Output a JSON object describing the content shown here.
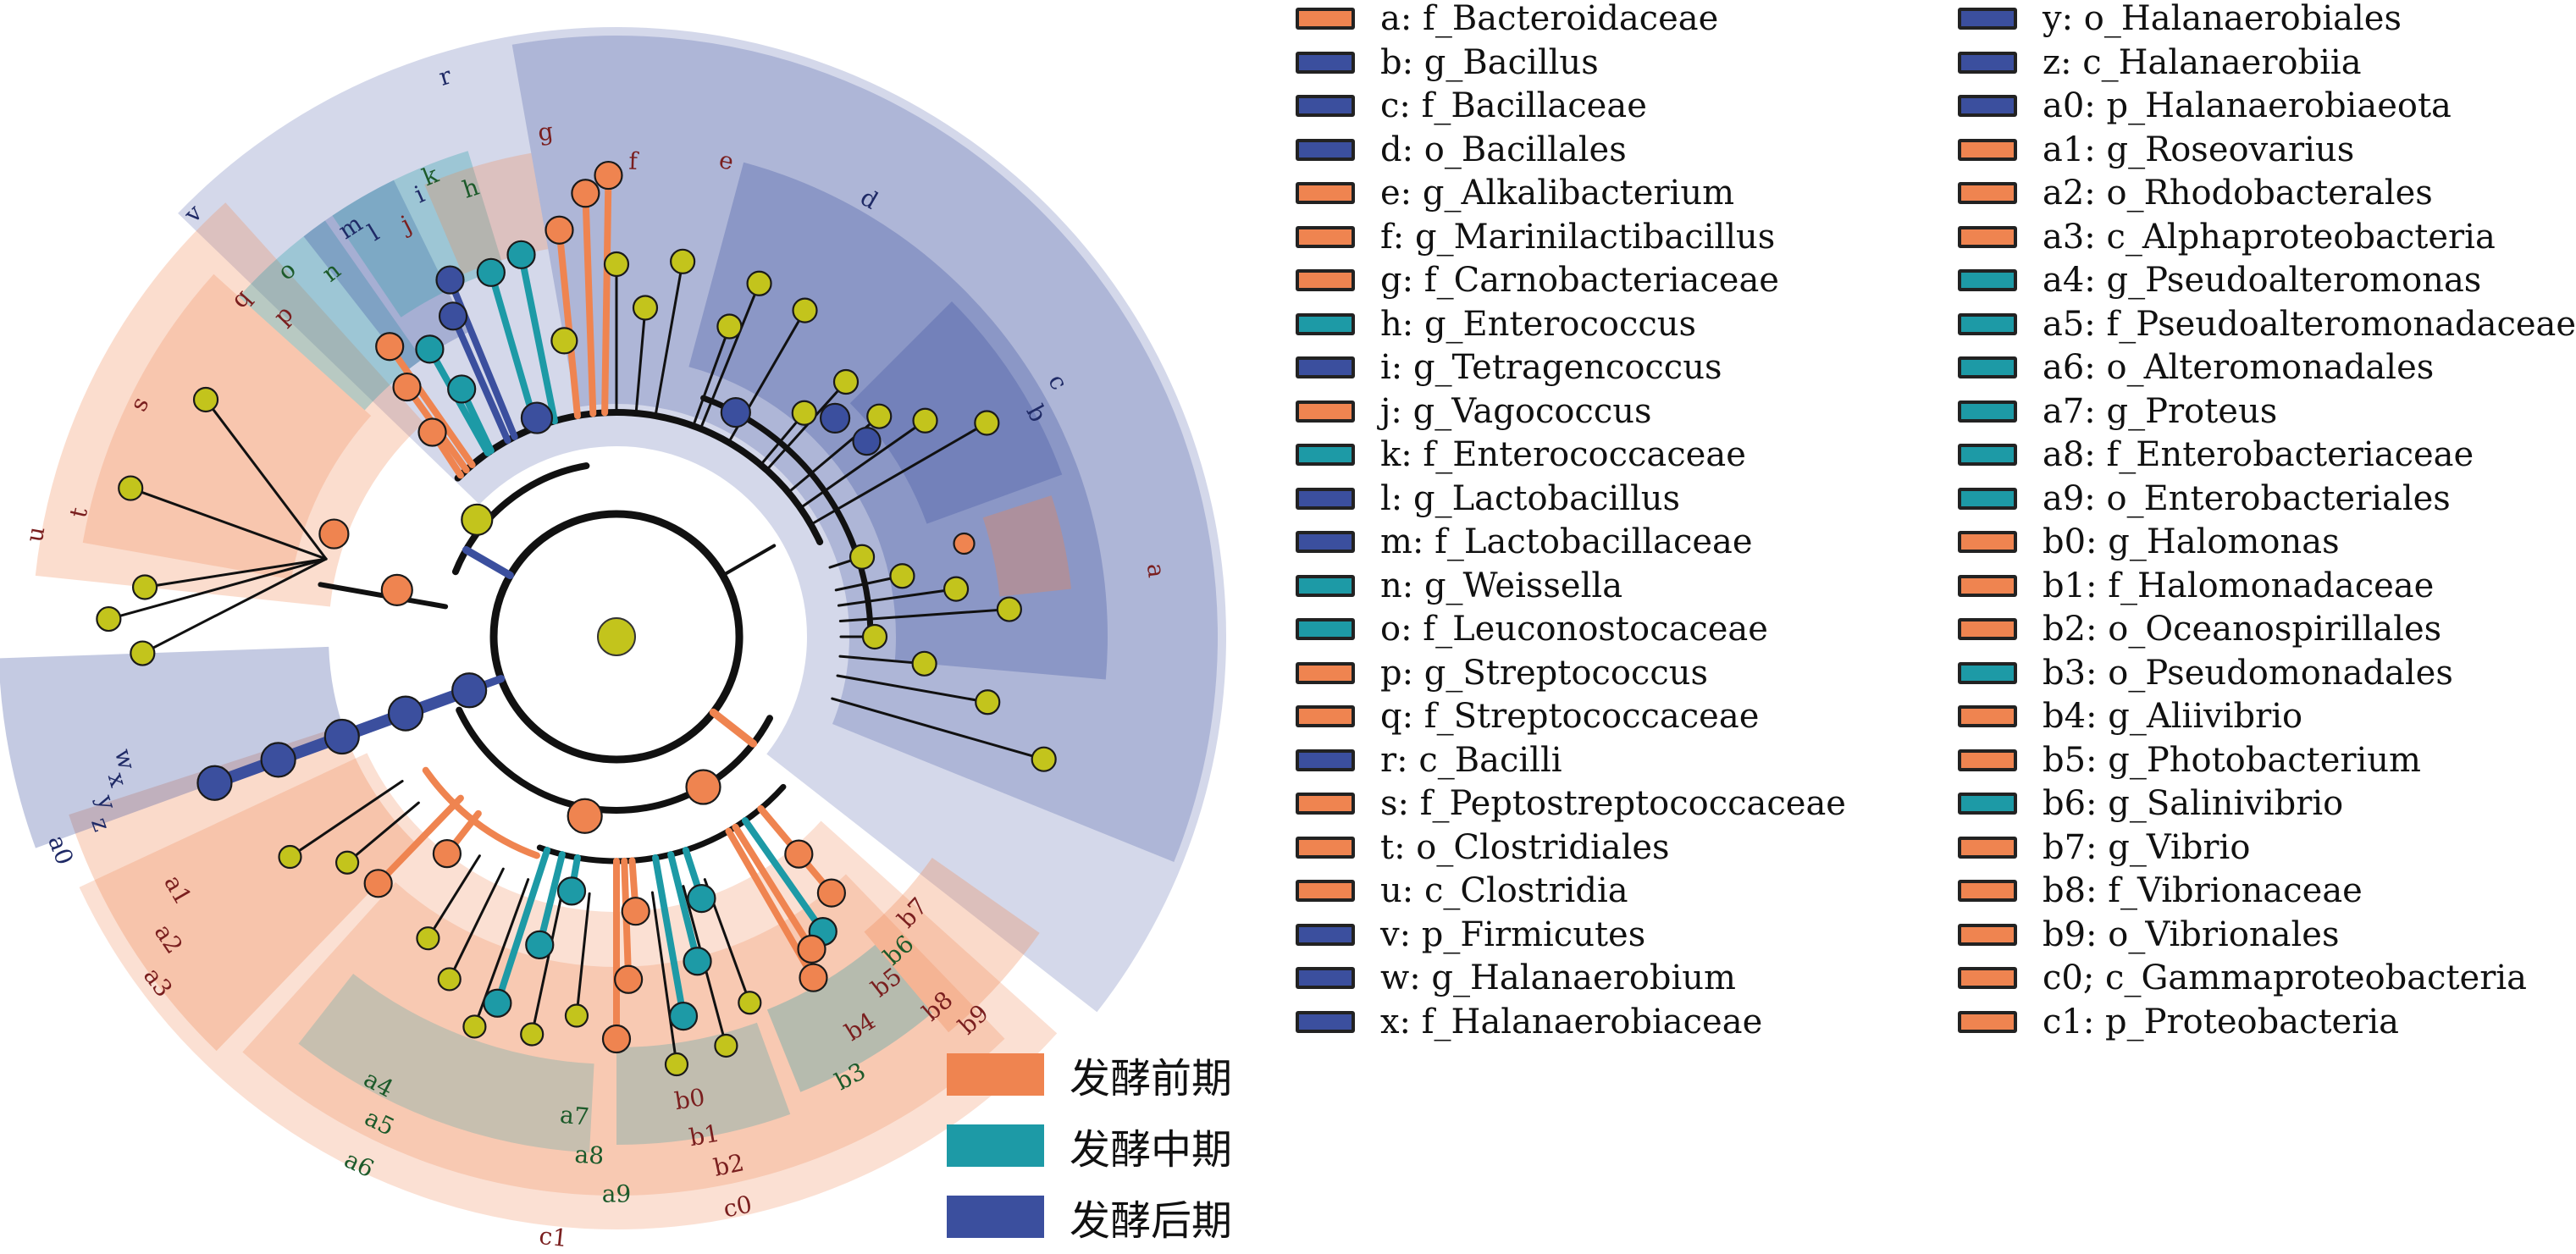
{
  "colors": {
    "early": "#ef8450",
    "mid": "#1d9aa6",
    "late": "#3b4f9e",
    "none": "#c3c41c",
    "label_early": "#7a1f1f",
    "label_late": "#1f2a66",
    "label_mid": "#1c5a2a"
  },
  "phase_legend": [
    {
      "label": "发酵前期",
      "color": "#ef8450"
    },
    {
      "label": "发酵中期",
      "color": "#1d9aa6"
    },
    {
      "label": "发酵后期",
      "color": "#3b4f9e"
    }
  ],
  "taxa_legend": [
    {
      "code": "a",
      "text": "a: f_Bacteroidaceae",
      "group": "early"
    },
    {
      "code": "b",
      "text": "b: g_Bacillus",
      "group": "late"
    },
    {
      "code": "c",
      "text": "c: f_Bacillaceae",
      "group": "late"
    },
    {
      "code": "d",
      "text": "d: o_Bacillales",
      "group": "late"
    },
    {
      "code": "e",
      "text": "e: g_Alkalibacterium",
      "group": "early"
    },
    {
      "code": "f",
      "text": "f: g_Marinilactibacillus",
      "group": "early"
    },
    {
      "code": "g",
      "text": "g: f_Carnobacteriaceae",
      "group": "early"
    },
    {
      "code": "h",
      "text": "h: g_Enterococcus",
      "group": "mid"
    },
    {
      "code": "i",
      "text": "i: g_Tetragencoccus",
      "group": "late"
    },
    {
      "code": "j",
      "text": "j: g_Vagococcus",
      "group": "early"
    },
    {
      "code": "k",
      "text": "k: f_Enterococcaceae",
      "group": "mid"
    },
    {
      "code": "l",
      "text": "l: g_Lactobacillus",
      "group": "late"
    },
    {
      "code": "m",
      "text": "m: f_Lactobacillaceae",
      "group": "late"
    },
    {
      "code": "n",
      "text": "n: g_Weissella",
      "group": "mid"
    },
    {
      "code": "o",
      "text": "o: f_Leuconostocaceae",
      "group": "mid"
    },
    {
      "code": "p",
      "text": "p: g_Streptococcus",
      "group": "early"
    },
    {
      "code": "q",
      "text": "q: f_Streptococcaceae",
      "group": "early"
    },
    {
      "code": "r",
      "text": "r: c_Bacilli",
      "group": "late"
    },
    {
      "code": "s",
      "text": "s: f_Peptostreptococcaceae",
      "group": "early"
    },
    {
      "code": "t",
      "text": "t: o_Clostridiales",
      "group": "early"
    },
    {
      "code": "u",
      "text": "u: c_Clostridia",
      "group": "early"
    },
    {
      "code": "v",
      "text": "v: p_Firmicutes",
      "group": "late"
    },
    {
      "code": "w",
      "text": "w: g_Halanaerobium",
      "group": "late"
    },
    {
      "code": "x",
      "text": "x: f_Halanaerobiaceae",
      "group": "late"
    },
    {
      "code": "y",
      "text": "y: o_Halanaerobiales",
      "group": "late"
    },
    {
      "code": "z",
      "text": "z: c_Halanaerobiia",
      "group": "late"
    },
    {
      "code": "a0",
      "text": "a0: p_Halanaerobiaeota",
      "group": "late"
    },
    {
      "code": "a1",
      "text": "a1: g_Roseovarius",
      "group": "early"
    },
    {
      "code": "a2",
      "text": "a2: o_Rhodobacterales",
      "group": "early"
    },
    {
      "code": "a3",
      "text": "a3: c_Alphaproteobacteria",
      "group": "early"
    },
    {
      "code": "a4",
      "text": "a4: g_Pseudoalteromonas",
      "group": "mid"
    },
    {
      "code": "a5",
      "text": "a5: f_Pseudoalteromonadaceae",
      "group": "mid"
    },
    {
      "code": "a6",
      "text": "a6: o_Alteromonadales",
      "group": "mid"
    },
    {
      "code": "a7",
      "text": "a7: g_Proteus",
      "group": "mid"
    },
    {
      "code": "a8",
      "text": "a8: f_Enterobacteriaceae",
      "group": "mid"
    },
    {
      "code": "a9",
      "text": "a9: o_Enterobacteriales",
      "group": "mid"
    },
    {
      "code": "b0",
      "text": "b0: g_Halomonas",
      "group": "early"
    },
    {
      "code": "b1",
      "text": "b1: f_Halomonadaceae",
      "group": "early"
    },
    {
      "code": "b2",
      "text": "b2: o_Oceanospirillales",
      "group": "early"
    },
    {
      "code": "b3",
      "text": "b3: o_Pseudomonadales",
      "group": "mid"
    },
    {
      "code": "b4",
      "text": "b4: g_Aliivibrio",
      "group": "early"
    },
    {
      "code": "b5",
      "text": "b5: g_Photobacterium",
      "group": "early"
    },
    {
      "code": "b6",
      "text": "b6: g_Salinivibrio",
      "group": "mid"
    },
    {
      "code": "b7",
      "text": "b7: g_Vibrio",
      "group": "early"
    },
    {
      "code": "b8",
      "text": "b8: f_Vibrionaceae",
      "group": "early"
    },
    {
      "code": "b9",
      "text": "b9: o_Vibrionales",
      "group": "early"
    },
    {
      "code": "c0",
      "text": "c0; c_Gammaproteobacteria",
      "group": "early"
    },
    {
      "code": "c1",
      "text": "c1: p_Proteobacteria",
      "group": "early"
    }
  ],
  "clade_labels": [
    "a",
    "b",
    "c",
    "d",
    "e",
    "f",
    "g",
    "h",
    "i",
    "j",
    "k",
    "l",
    "m",
    "n",
    "o",
    "p",
    "q",
    "r",
    "s",
    "t",
    "u",
    "v",
    "w",
    "x",
    "y",
    "z",
    "a0",
    "a1",
    "a2",
    "a3",
    "a4",
    "a5",
    "a6",
    "a7",
    "a8",
    "a9",
    "b0",
    "b1",
    "b2",
    "b3",
    "b4",
    "b5",
    "b6",
    "b7",
    "b8",
    "b9",
    "c0",
    "c1"
  ]
}
